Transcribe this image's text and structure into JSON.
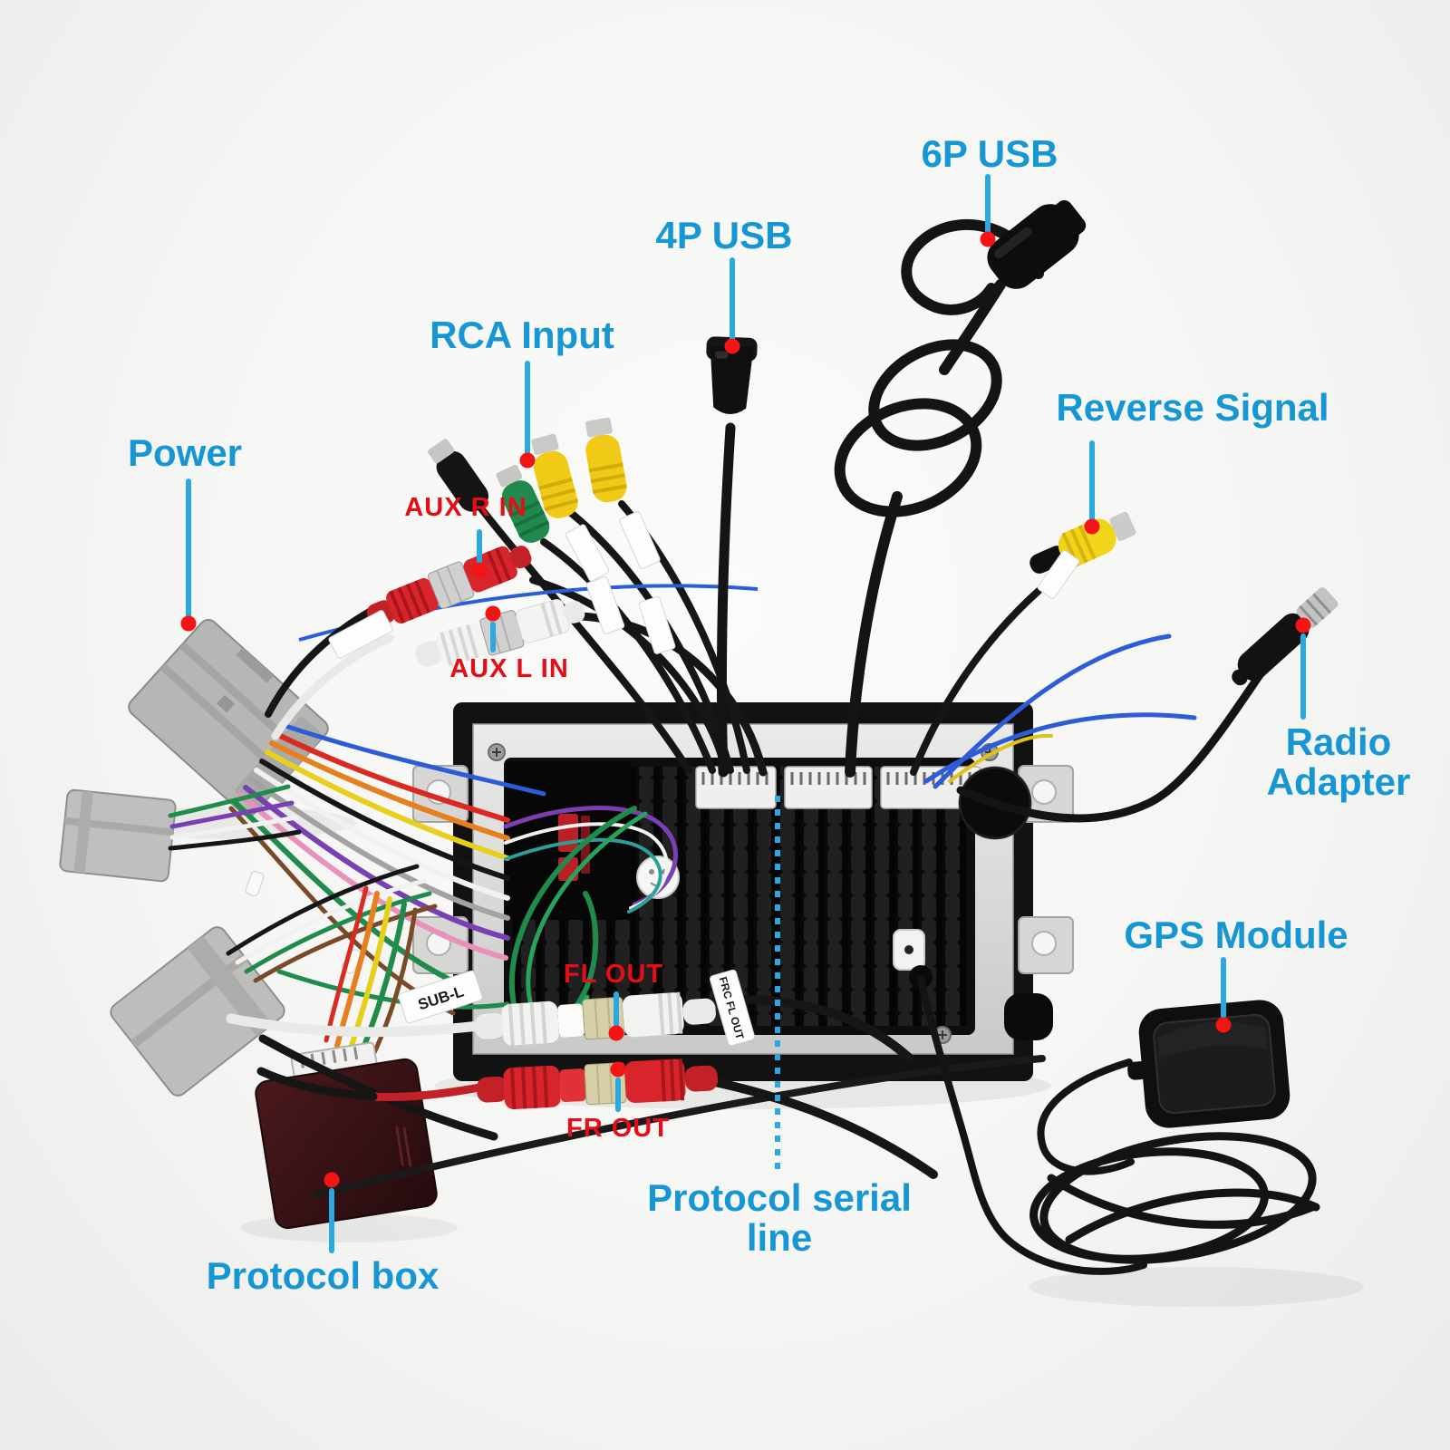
{
  "colors": {
    "background": "#f5f5f3",
    "label_blue": "#1697d4",
    "label_red": "#e60e16",
    "leader_blue": "#2aa9e0",
    "dot_red": "#f41414"
  },
  "callouts": {
    "power": {
      "label": "Power"
    },
    "rca_input": {
      "label": "RCA Input"
    },
    "aux_r_in": {
      "label": "AUX R IN"
    },
    "aux_l_in": {
      "label": "AUX L IN"
    },
    "usb_4p": {
      "label": "4P USB"
    },
    "usb_6p": {
      "label": "6P USB"
    },
    "reverse_signal": {
      "label": "Reverse Signal"
    },
    "radio_adapter": {
      "line1": "Radio",
      "line2": "Adapter"
    },
    "gps_module": {
      "label": "GPS Module"
    },
    "fl_out": {
      "label": "FL OUT"
    },
    "fr_out": {
      "label": "FR OUT"
    },
    "protocol_serial_line": {
      "line1": "Protocol serial",
      "line2": "line"
    },
    "protocol_box": {
      "label": "Protocol box"
    }
  },
  "wire_tags": {
    "sub_l": "SUB-L",
    "frc_fl_out": "FRC FL OUT"
  }
}
